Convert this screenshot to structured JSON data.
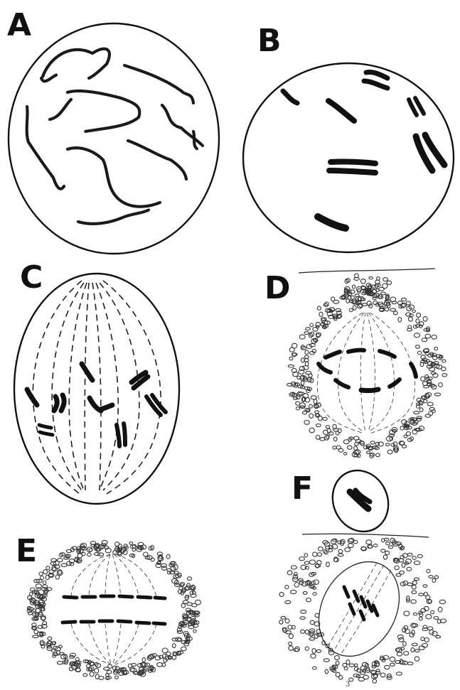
{
  "figure": {
    "panels": [
      {
        "letter": "A"
      },
      {
        "letter": "B"
      },
      {
        "letter": "C"
      },
      {
        "letter": "D"
      },
      {
        "letter": "E"
      },
      {
        "letter": "F"
      }
    ],
    "corner_mark": "3"
  },
  "colors": {
    "ink": "#111111",
    "paper": "#ffffff"
  }
}
